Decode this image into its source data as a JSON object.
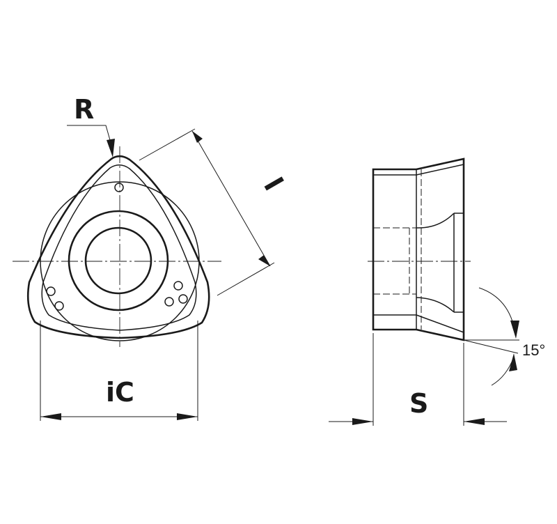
{
  "labels": {
    "radius": "R",
    "edge_length": "l",
    "inscribed_circle": "iC",
    "thickness": "S",
    "clearance_angle": "15°"
  }
}
